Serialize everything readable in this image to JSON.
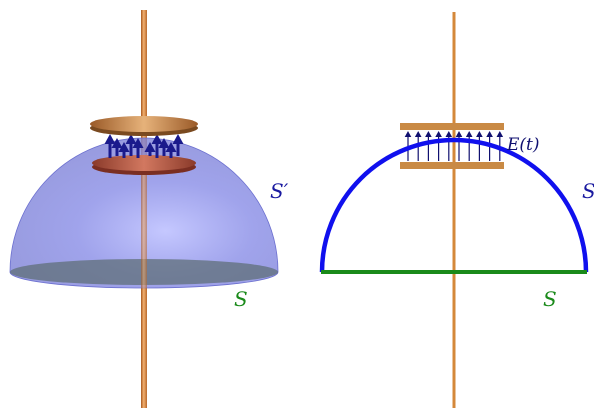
{
  "labels": {
    "left_s_prime": "S′",
    "left_s": "S",
    "right_e_field": "E(t)",
    "right_s_prime": "S′",
    "right_s": "S"
  },
  "colors": {
    "wire": "#d4883a",
    "plate": "#c98a45",
    "hemisphere_fill": "#8c8fe6",
    "hemisphere_edge": "#1010ee",
    "field_arrow_3d": "#1a1a8c",
    "field_arrow_2d": "#101070",
    "base_line": "#1a8a1a",
    "label_blue": "#1a1aa0",
    "label_green": "#1a8a1a"
  }
}
